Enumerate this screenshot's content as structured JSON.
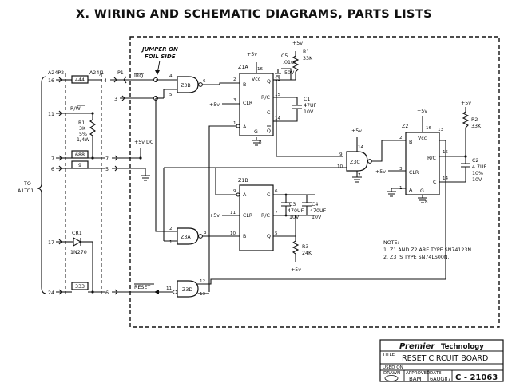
{
  "header": {
    "title": "X. WIRING AND SCHEMATIC DIAGRAMS, PARTS LISTS"
  },
  "labels": {
    "jumper": [
      "JUMPER ON",
      "FOIL SIDE"
    ],
    "a24p2": "A24P2",
    "a24j1": "A24J1",
    "p1": "P1",
    "irq": "IRQ",
    "rw": "R/W",
    "r1_left": [
      "R1",
      "3K",
      "5%",
      "1/4W"
    ],
    "plus5_dc": "+5v DC",
    "to": [
      "TO",
      "A1TC1"
    ],
    "cr1": [
      "CR1",
      "1N270"
    ],
    "reset": "RESET",
    "plus5": "+5v",
    "vcc": "Vcc",
    "b": "B",
    "a": "A",
    "q": "Q",
    "qbar": "Q",
    "clr": "CLR",
    "rc": "R/C",
    "c": "C",
    "g": "G",
    "z1a": "Z1A",
    "z1b": "Z1B",
    "z2": "Z2",
    "z3a": "Z3A",
    "z3b": "Z3B",
    "z3c": "Z3C",
    "z3d": "Z3D",
    "c5": [
      "C5",
      ".01uF",
      "50V"
    ],
    "r1_top": [
      "R1",
      "33K"
    ],
    "c1": [
      "C1",
      "47UF",
      "10V"
    ],
    "c3": [
      "C3",
      "470UF",
      "10V"
    ],
    "c4": [
      "C4",
      "470UF",
      "10V"
    ],
    "r3": [
      "R3",
      "24K"
    ],
    "r2": [
      "R2",
      "33K"
    ],
    "c2": [
      "C2",
      "4.7UF",
      "10%",
      "10V"
    ]
  },
  "cables": [
    "444",
    "688",
    "9",
    "333"
  ],
  "pins": {
    "p16": "16",
    "p11": "11",
    "p7": "7",
    "p6": "6",
    "p17": "17",
    "p24": "24",
    "j4": "4",
    "j3": "3",
    "j7": "7",
    "j5": "5",
    "j6": "6",
    "n1": "1",
    "n2": "2",
    "n3": "3",
    "n4": "4",
    "n5": "5",
    "n6": "6",
    "n7": "7",
    "n8": "8",
    "n9": "9",
    "n10": "10",
    "n11": "11",
    "n12": "12",
    "n13": "13",
    "n14": "14",
    "n15": "15",
    "n16": "16"
  },
  "note": {
    "title": "NOTE:",
    "lines": [
      "1. Z1 AND Z2 ARE TYPE SN74123N.",
      "2. Z3 IS TYPE SN74LS00N."
    ]
  },
  "title_block": {
    "company": "Premier",
    "company_suffix": "Technology",
    "title_label": "TITLE",
    "title": "RESET CIRCUIT BOARD",
    "used_on_label": "USED ON",
    "drawn_label": "DRAWN",
    "approved_label": "APPROVED",
    "approved_by": "BAM",
    "date_label": "DATE",
    "date": "6AUG87",
    "doc_number": "C - 21063"
  }
}
